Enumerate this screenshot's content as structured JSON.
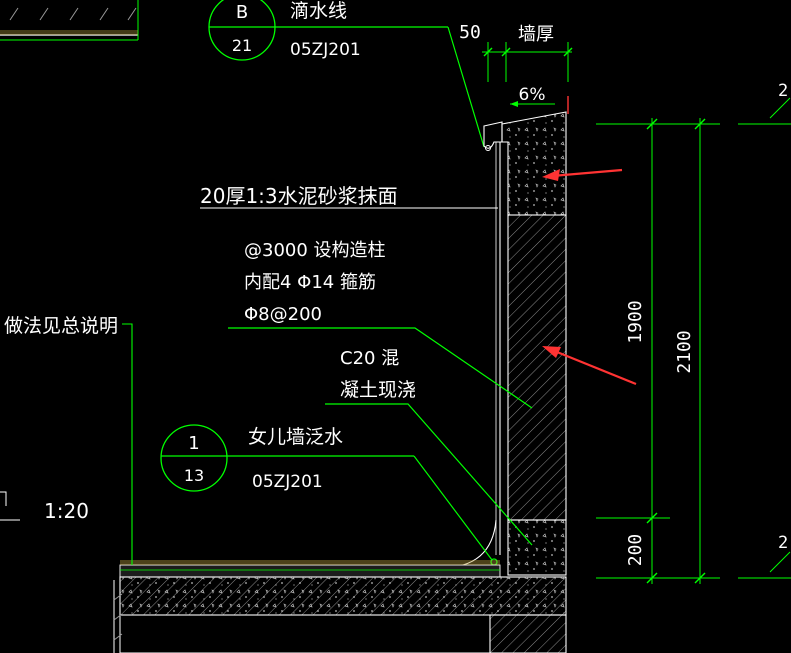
{
  "colors": {
    "background": "#000000",
    "outline": "#ffffff",
    "leader": "#00ff00",
    "dimension": "#00ff00",
    "arrow": "#ff3333",
    "hatch": "#9a9a9a",
    "fill_dot": "#00ff00",
    "text": "#ffffff"
  },
  "callouts": {
    "top": {
      "symbol_letter": "B",
      "sheet_number": "21",
      "title": "滴水线",
      "code": "05ZJ201"
    },
    "bottom": {
      "symbol_number": "1",
      "sheet_number": "13",
      "title": "女儿墙泛水",
      "code": "05ZJ201"
    }
  },
  "notes": {
    "mortar": "20厚1:3水泥砂浆抹面",
    "column_line1": "@3000   设构造柱",
    "column_line2": "内配4 Φ14  箍筋",
    "column_line3": "Φ8@200",
    "concrete_line1": "C20  混",
    "concrete_line2": "凝土现浇",
    "method": "做法见总说明",
    "scale": "1:20"
  },
  "dimensions": {
    "drip_width": "50",
    "wall_thickness": "墙厚",
    "slope": "6%",
    "height_upper": "1900",
    "height_total": "2100",
    "height_lower": "200",
    "edge_right_top": "2",
    "edge_right_bottom": "2"
  }
}
